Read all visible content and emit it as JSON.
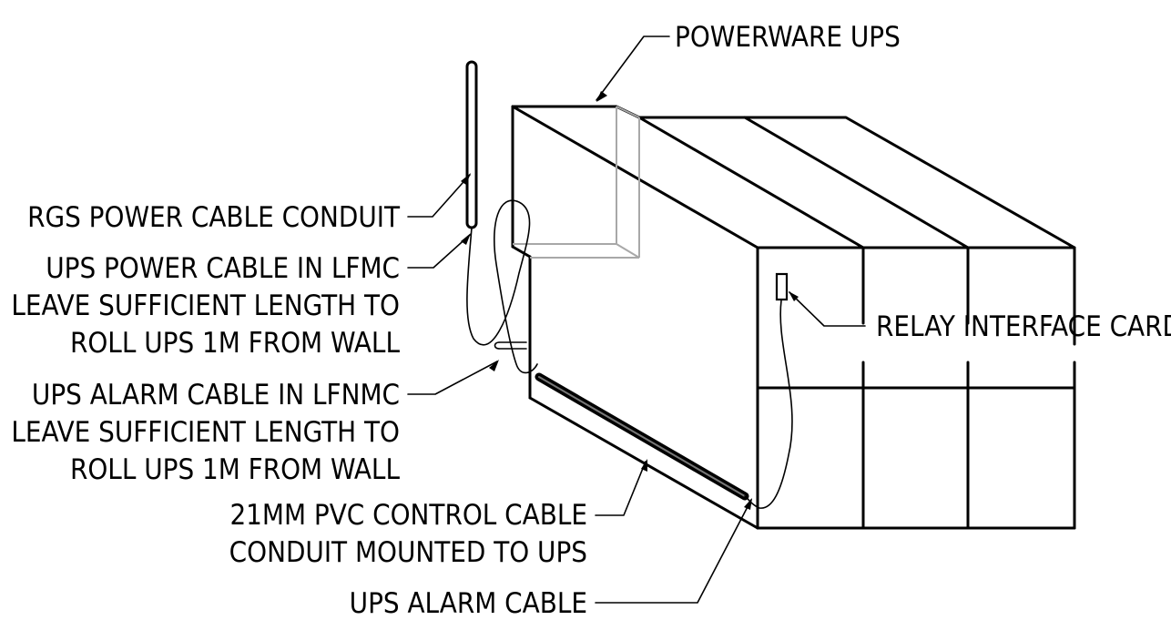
{
  "labels": {
    "powerware_ups": "POWERWARE UPS",
    "rgs_conduit": "RGS POWER CABLE CONDUIT",
    "ups_power_cable": [
      "UPS POWER CABLE IN LFMC",
      "LEAVE SUFFICIENT LENGTH TO",
      "ROLL UPS 1M FROM WALL"
    ],
    "ups_alarm_cable_lfnmc": [
      "UPS ALARM CABLE IN LFNMC",
      "LEAVE SUFFICIENT LENGTH TO",
      "ROLL UPS 1M FROM WALL"
    ],
    "pvc_conduit": [
      "21MM PVC CONTROL CABLE",
      "CONDUIT MOUNTED TO UPS"
    ],
    "ups_alarm_cable": "UPS ALARM CABLE",
    "relay_card": "RELAY INTERFACE CARD"
  }
}
